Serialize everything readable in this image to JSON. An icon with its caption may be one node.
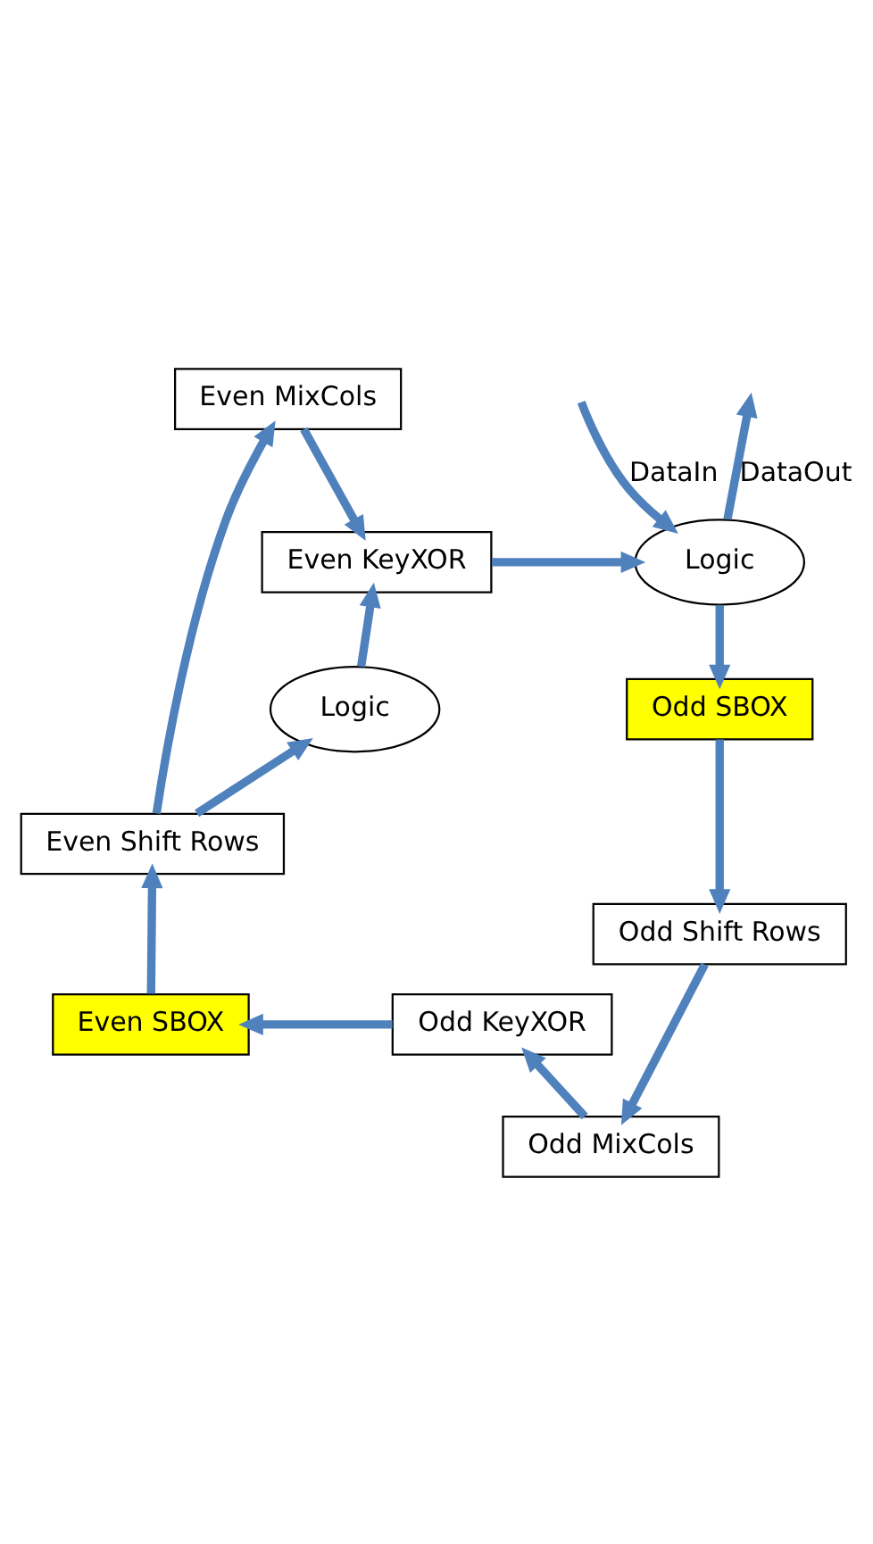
{
  "diagram": {
    "nodes": [
      {
        "text": [
          "Logic"
        ]
      },
      {
        "text": [
          "Odd SBOX"
        ]
      },
      {
        "text": [
          "Odd Shift Rows"
        ]
      },
      {
        "text": [
          "Odd MixCols"
        ]
      },
      {
        "text": [
          "Odd KeyXOR"
        ]
      },
      {
        "text": [
          "Even SBOX"
        ]
      },
      {
        "text": [
          "Even Shift Rows"
        ]
      },
      {
        "text": [
          "Even MixCols"
        ]
      },
      {
        "text": [
          "Logic"
        ]
      },
      {
        "text": [
          "Even KeyXOR"
        ]
      }
    ],
    "edges": [
      {
        "from": null,
        "to": 0,
        "arrow": "to",
        "label": "DataIn"
      },
      {
        "from": 0,
        "to": null,
        "arrow": "to",
        "label": "DataOut"
      },
      {
        "from": 0,
        "to": 1,
        "arrow": "to"
      },
      {
        "from": 1,
        "to": 2,
        "arrow": "to"
      },
      {
        "from": 2,
        "to": 3,
        "arrow": "to"
      },
      {
        "from": 3,
        "to": 4,
        "arrow": "to"
      },
      {
        "from": 4,
        "to": 5,
        "arrow": "to"
      },
      {
        "from": 5,
        "to": 6,
        "arrow": "to"
      },
      {
        "from": 6,
        "to": 8,
        "arrow": "to"
      },
      {
        "from": 6,
        "to": 7,
        "arrow": "to"
      },
      {
        "from": 8,
        "to": 9,
        "arrow": "to"
      },
      {
        "from": 7,
        "to": 9,
        "arrow": "to"
      },
      {
        "from": 9,
        "to": 0,
        "arrow": "to"
      }
    ]
  }
}
